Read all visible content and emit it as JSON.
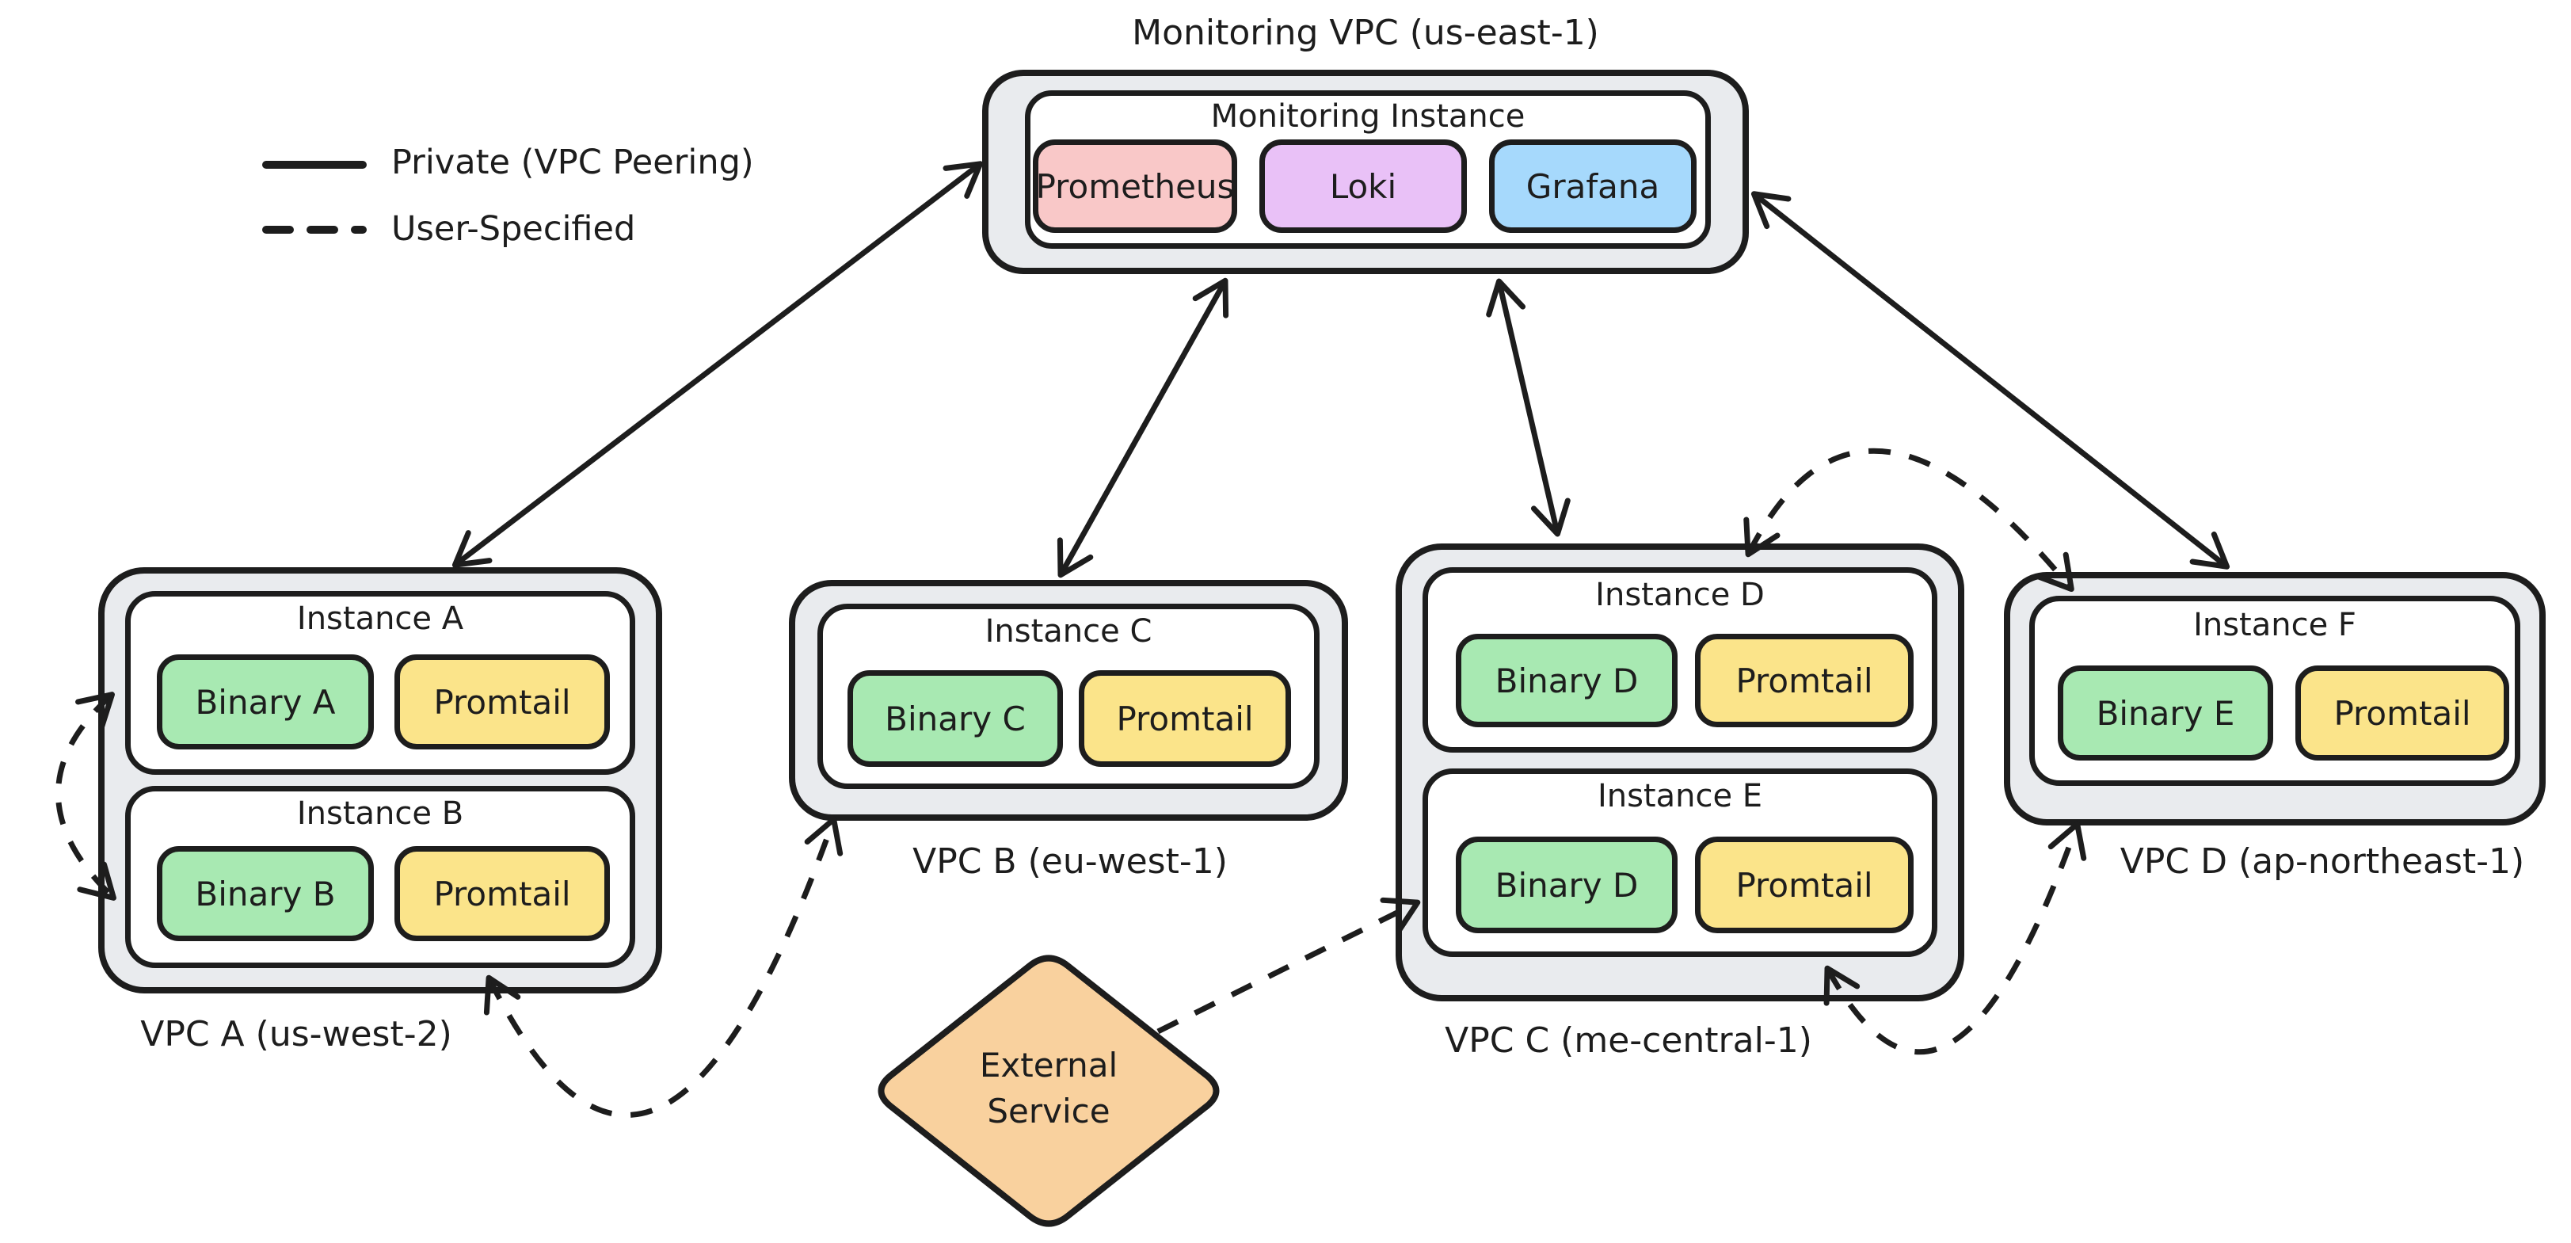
{
  "legend": {
    "private_label": "Private (VPC Peering)",
    "user_label": "User-Specified"
  },
  "monitoring": {
    "vpc_label": "Monitoring VPC (us-east-1)",
    "instance_title": "Monitoring Instance",
    "services": [
      {
        "name": "Prometheus",
        "color": "#f9c8c8"
      },
      {
        "name": "Loki",
        "color": "#e9c1f7"
      },
      {
        "name": "Grafana",
        "color": "#a6d9fc"
      }
    ]
  },
  "vpc_a": {
    "label": "VPC A (us-west-2)",
    "instances": [
      {
        "title": "Instance A",
        "binary": "Binary A",
        "agent": "Promtail"
      },
      {
        "title": "Instance B",
        "binary": "Binary B",
        "agent": "Promtail"
      }
    ]
  },
  "vpc_b": {
    "label": "VPC B (eu-west-1)",
    "instances": [
      {
        "title": "Instance C",
        "binary": "Binary C",
        "agent": "Promtail"
      }
    ]
  },
  "vpc_c": {
    "label": "VPC C (me-central-1)",
    "instances": [
      {
        "title": "Instance D",
        "binary": "Binary D",
        "agent": "Promtail"
      },
      {
        "title": "Instance E",
        "binary": "Binary D",
        "agent": "Promtail"
      }
    ]
  },
  "vpc_d": {
    "label": "VPC D (ap-northeast-1)",
    "instances": [
      {
        "title": "Instance F",
        "binary": "Binary E",
        "agent": "Promtail"
      }
    ]
  },
  "external_service": {
    "line1": "External",
    "line2": "Service"
  },
  "connections": [
    {
      "from": "VPC A",
      "to": "Monitoring Instance",
      "type": "Private (VPC Peering)",
      "arrows": "both"
    },
    {
      "from": "VPC B",
      "to": "Monitoring Instance",
      "type": "Private (VPC Peering)",
      "arrows": "both"
    },
    {
      "from": "VPC C",
      "to": "Monitoring Instance",
      "type": "Private (VPC Peering)",
      "arrows": "both"
    },
    {
      "from": "VPC D",
      "to": "Monitoring Instance",
      "type": "Private (VPC Peering)",
      "arrows": "both"
    },
    {
      "from": "Instance A",
      "to": "Instance B",
      "type": "User-Specified",
      "arrows": "both"
    },
    {
      "from": "VPC A",
      "to": "VPC B",
      "type": "User-Specified",
      "arrows": "both"
    },
    {
      "from": "External Service",
      "to": "Instance E (VPC C)",
      "type": "User-Specified",
      "arrows": "end"
    },
    {
      "from": "Instance D (VPC C)",
      "to": "Instance F (VPC D)",
      "type": "User-Specified",
      "arrows": "both"
    },
    {
      "from": "Instance E (VPC C)",
      "to": "Instance F (VPC D)",
      "type": "User-Specified",
      "arrows": "both"
    }
  ],
  "colors": {
    "stroke": "#1d1d1d",
    "vpc_fill": "#e9ebee",
    "instance_fill": "#ffffff",
    "binary_green": "#a8e9b2",
    "promtail_yellow": "#fbe48a",
    "prometheus_pink": "#f9c8c8",
    "loki_purple": "#e9c1f7",
    "grafana_blue": "#a6d9fc",
    "external_orange": "#f9d19e"
  }
}
